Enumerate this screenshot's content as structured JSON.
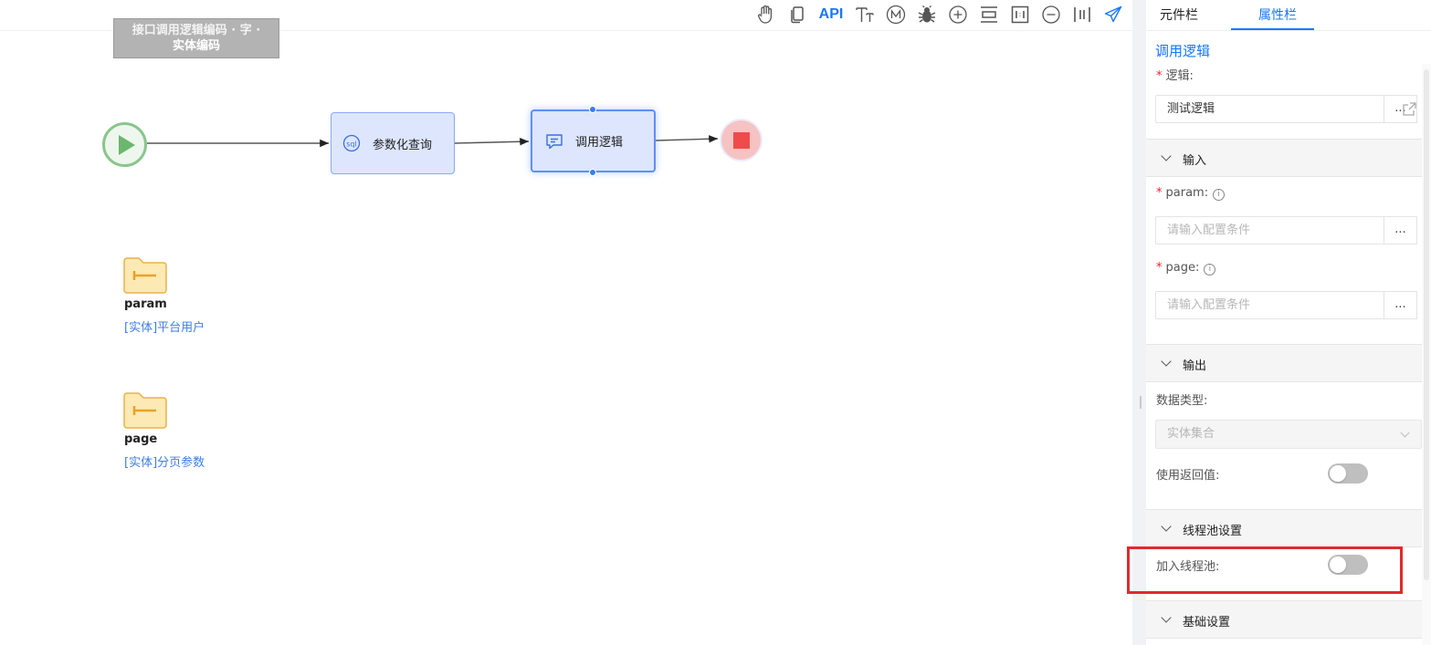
{
  "canvas": {
    "grey_note": {
      "line1": "接口调用逻辑编码 · 字 ·",
      "line2": "实体编码"
    },
    "nodes": {
      "query": {
        "label": "参数化查询"
      },
      "call": {
        "label": "调用逻辑"
      }
    },
    "variables": [
      {
        "name": "param",
        "type": "[实体]平台用户"
      },
      {
        "name": "page",
        "type": "[实体]分页参数"
      }
    ],
    "toolbar": {
      "api_label": "API",
      "icons": [
        "hand-icon",
        "copy-icon",
        "api-label",
        "text-size-icon",
        "m-circle-icon",
        "bug-icon",
        "zoom-in-icon",
        "align-icon",
        "actual-size-icon",
        "zoom-out-icon",
        "distribute-icon",
        "send-icon"
      ]
    }
  },
  "panel": {
    "tabs": [
      {
        "label": "元件栏"
      },
      {
        "label": "属性栏",
        "active": true
      }
    ],
    "title": "调用逻辑",
    "logic": {
      "label": "逻辑:",
      "value": "测试逻辑",
      "button": "..."
    },
    "sections": {
      "input": {
        "title": "输入",
        "fields": [
          {
            "label": "param:",
            "placeholder": "请输入配置条件",
            "button": "..."
          },
          {
            "label": "page:",
            "placeholder": "请输入配置条件",
            "button": "..."
          }
        ]
      },
      "output": {
        "title": "输出",
        "data_type_label": "数据类型:",
        "data_type_value": "实体集合",
        "use_return_label": "使用返回值:",
        "use_return_on": false
      },
      "thread_pool": {
        "title": "线程池设置",
        "join_label": "加入线程池:",
        "join_on": false
      },
      "basic": {
        "title": "基础设置"
      }
    }
  },
  "colors": {
    "accent": "#1677ff",
    "start": "#6bb76e",
    "end": "#ef4b4b",
    "task_fill": "#dde6fd",
    "highlight_box": "#e12a2a"
  }
}
